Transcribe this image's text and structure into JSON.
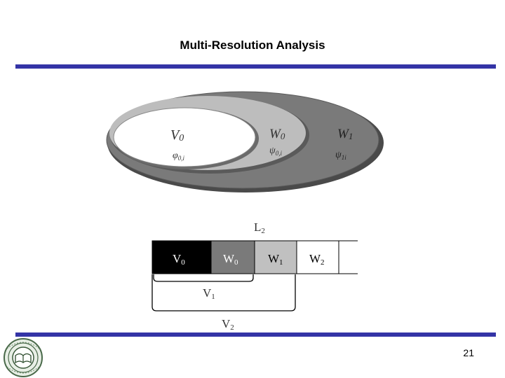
{
  "slide": {
    "title": "Multi-Resolution Analysis",
    "page_number": "21"
  },
  "nested_spaces": {
    "regions": [
      {
        "space": "V",
        "space_sub": "0",
        "function": "φ",
        "function_sub": "0,i",
        "fill": "#ffffff"
      },
      {
        "space": "W",
        "space_sub": "0",
        "function": "ψ",
        "function_sub": "0,i",
        "fill": "#bdbdbd"
      },
      {
        "space": "W",
        "space_sub": "1",
        "function": "ψ",
        "function_sub": "1i",
        "fill": "#7a7a7a"
      }
    ]
  },
  "decomposition": {
    "whole_space": "L",
    "whole_space_sub": "2",
    "cells": [
      {
        "label": "V",
        "sub": "0",
        "fill": "#000000",
        "text_color": "#ffffff"
      },
      {
        "label": "W",
        "sub": "0",
        "fill": "#7a7a7a",
        "text_color": "#ffffff"
      },
      {
        "label": "W",
        "sub": "1",
        "fill": "#c0c0c0",
        "text_color": "#000000"
      },
      {
        "label": "W",
        "sub": "2",
        "fill": "#ffffff",
        "text_color": "#000000"
      }
    ],
    "braces": [
      {
        "label": "V",
        "sub": "1"
      },
      {
        "label": "V",
        "sub": "2"
      }
    ]
  }
}
